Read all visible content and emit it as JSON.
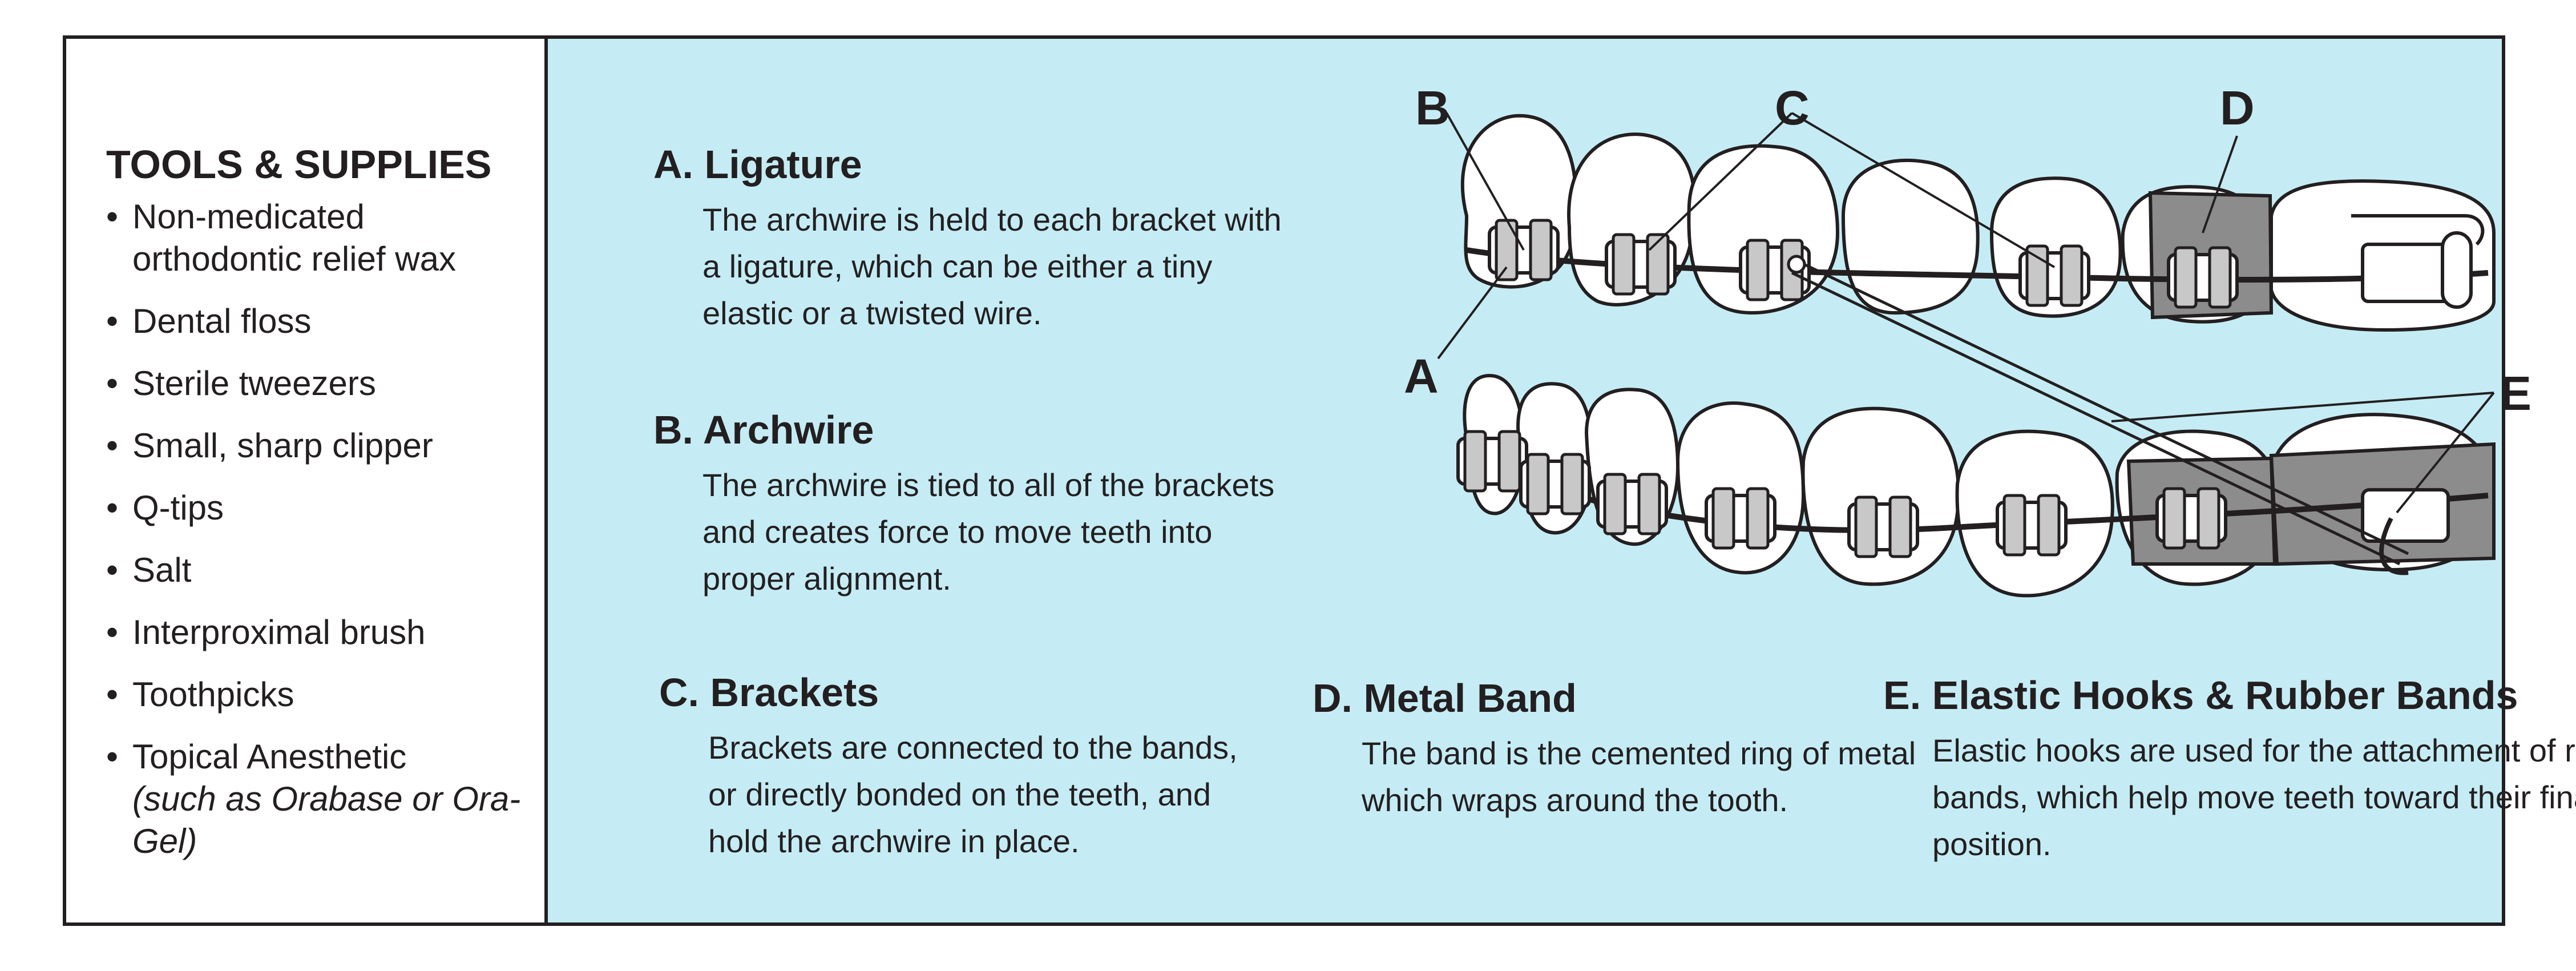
{
  "tools": {
    "title": "TOOLS & SUPPLIES",
    "items": [
      {
        "label": "Non-medicated orthodontic relief wax"
      },
      {
        "label": "Dental floss"
      },
      {
        "label": "Sterile tweezers"
      },
      {
        "label": "Small, sharp clipper"
      },
      {
        "label": "Q-tips"
      },
      {
        "label": "Salt"
      },
      {
        "label": "Interproximal brush"
      },
      {
        "label": "Toothpicks"
      },
      {
        "label": "Topical Anesthetic",
        "sub": "(such as Orabase or Ora-Gel)"
      }
    ]
  },
  "sections": {
    "a": {
      "head": "A. Ligature",
      "body": "The archwire is held to each bracket with a ligature, which can be either a tiny elastic or a twisted wire."
    },
    "b": {
      "head": "B. Archwire",
      "body": "The archwire is tied to all of the brackets and creates force to move teeth into proper alignment."
    },
    "c": {
      "head": "C. Brackets",
      "body": "Brackets are connected to the bands, or directly bonded on the teeth, and hold the archwire in place."
    },
    "d": {
      "head": "D. Metal Band",
      "body": "The band is the cemented ring of metal which wraps around the tooth."
    },
    "e": {
      "head": "E. Elastic Hooks & Rubber Bands",
      "body": "Elastic hooks are used for the attachment of rubber bands, which help move teeth toward their final position."
    }
  },
  "diagram": {
    "callouts": {
      "a": "A",
      "b": "B",
      "c": "C",
      "d": "D",
      "e": "E"
    }
  },
  "colors": {
    "panel_background": "#c5ecf5",
    "outline": "#231f20",
    "band_gray": "#8c8c8c"
  }
}
